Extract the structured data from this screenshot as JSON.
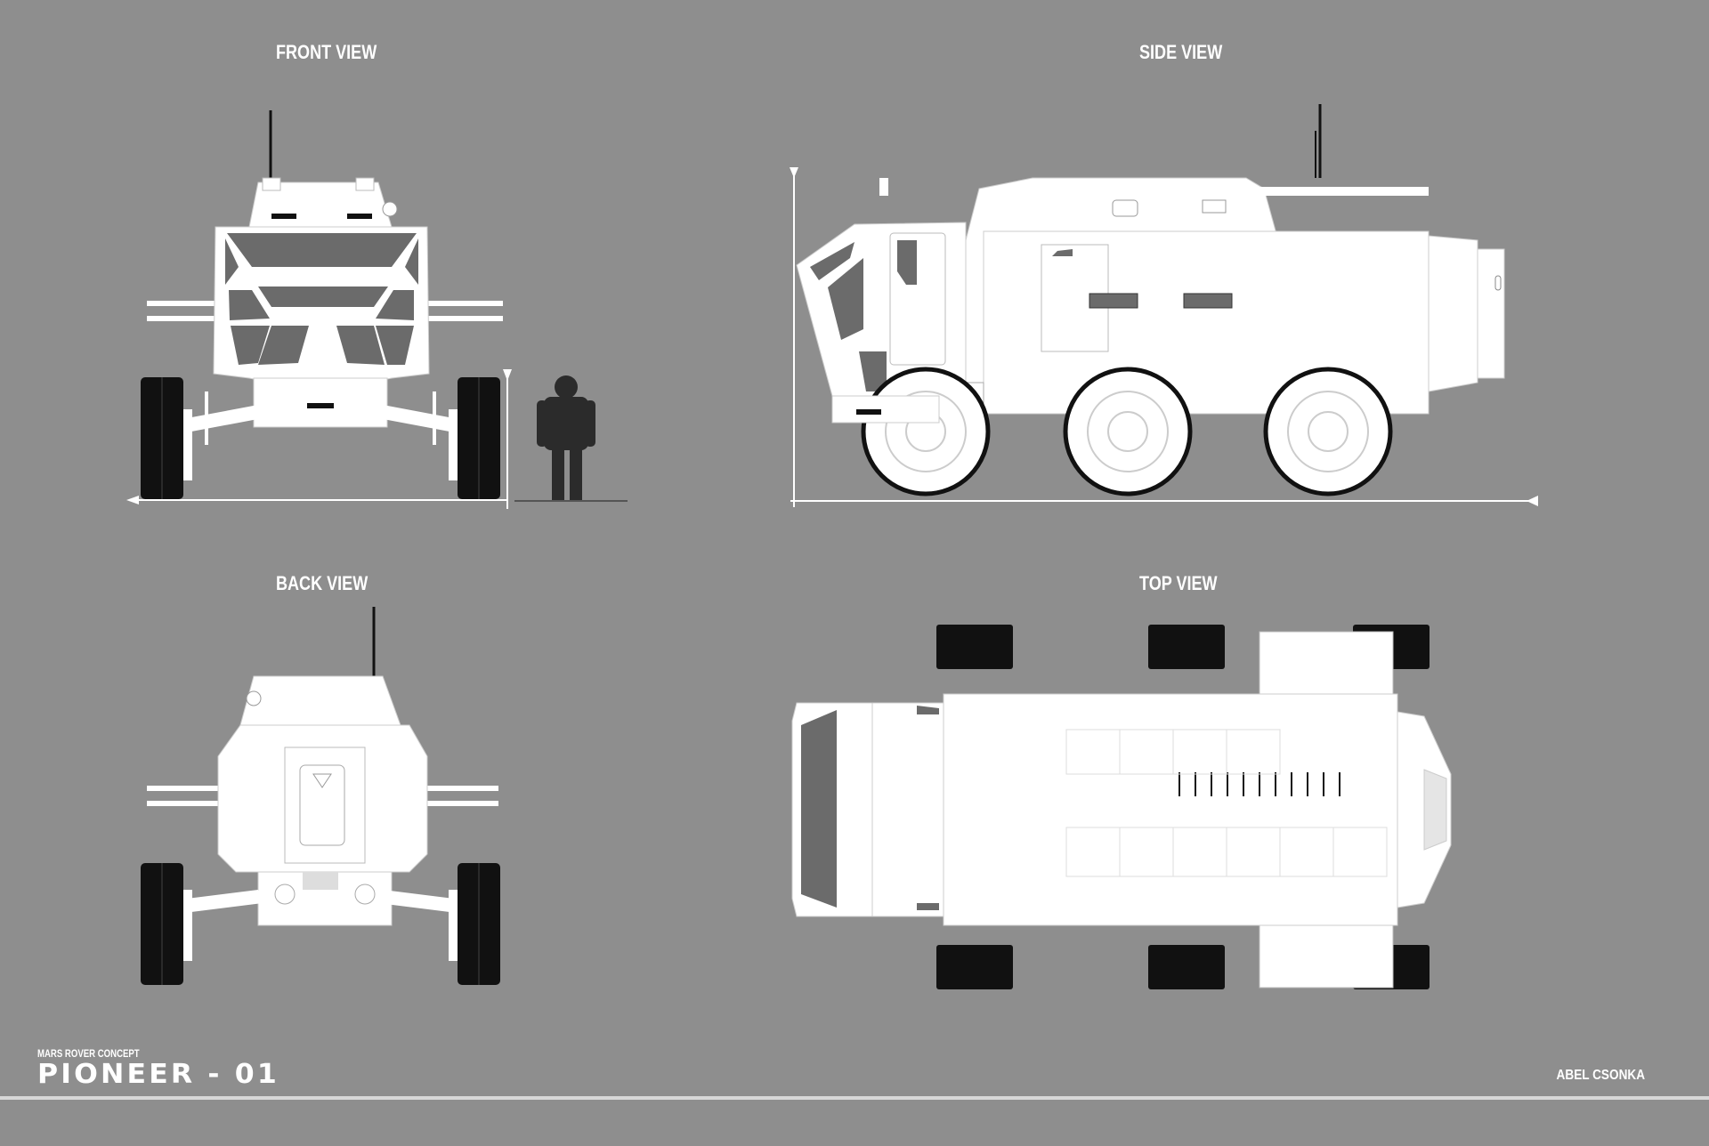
{
  "sheet": {
    "project_subtitle": "MARS ROVER CONCEPT",
    "project_title": "PIONEER - 01",
    "author": "ABEL CSONKA",
    "background_color": "#8e8e8e",
    "line_color": "#ffffff",
    "window_color": "#6b6b6b",
    "tire_color": "#111111"
  },
  "views": [
    {
      "id": "front",
      "label": "FRONT VIEW"
    },
    {
      "id": "side",
      "label": "SIDE VIEW"
    },
    {
      "id": "back",
      "label": "BACK VIEW"
    },
    {
      "id": "top",
      "label": "TOP VIEW"
    }
  ],
  "scale_reference": {
    "figure": "astronaut silhouette"
  }
}
